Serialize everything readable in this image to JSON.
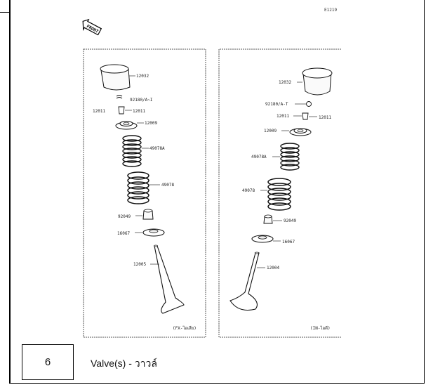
{
  "sheet_code": "E1219",
  "front_label": "FRONT",
  "footer": {
    "step_number": "6",
    "title": "Valve(s) - วาวล์"
  },
  "left_panel": {
    "note": "(FX-ไอเสีย)",
    "labels": {
      "tappet": "12032",
      "keeper": "92180/A~I",
      "cotter_left": "12011",
      "cotter_right": "12011",
      "retainer": "12009",
      "inner_spring": "49078A",
      "outer_spring": "49078",
      "seal": "92049",
      "seat": "16067",
      "valve": "12005"
    }
  },
  "right_panel": {
    "note": "(IN-ไอดี)",
    "labels": {
      "tappet": "12032",
      "keeper": "92180/A-T",
      "cotter_left": "12011",
      "cotter_right": "12011",
      "retainer": "12009",
      "inner_spring": "49078A",
      "outer_spring": "49078",
      "seal": "92049",
      "seat": "16067",
      "valve": "12004"
    }
  }
}
